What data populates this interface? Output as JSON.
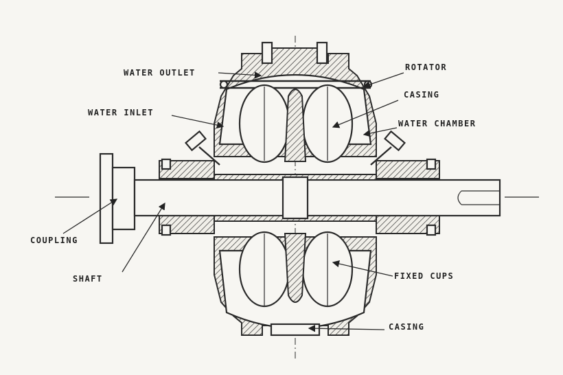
{
  "diagram": {
    "labels": {
      "water_outlet": "WATER OUTLET",
      "rotator": "ROTATOR",
      "casing_top": "CASING",
      "water_inlet": "WATER INLET",
      "water_chamber": "WATER CHAMBER",
      "coupling": "COUPLING",
      "shaft": "SHAFT",
      "fixed_cups": "FIXED CUPS",
      "casing_bottom": "CASING"
    }
  }
}
